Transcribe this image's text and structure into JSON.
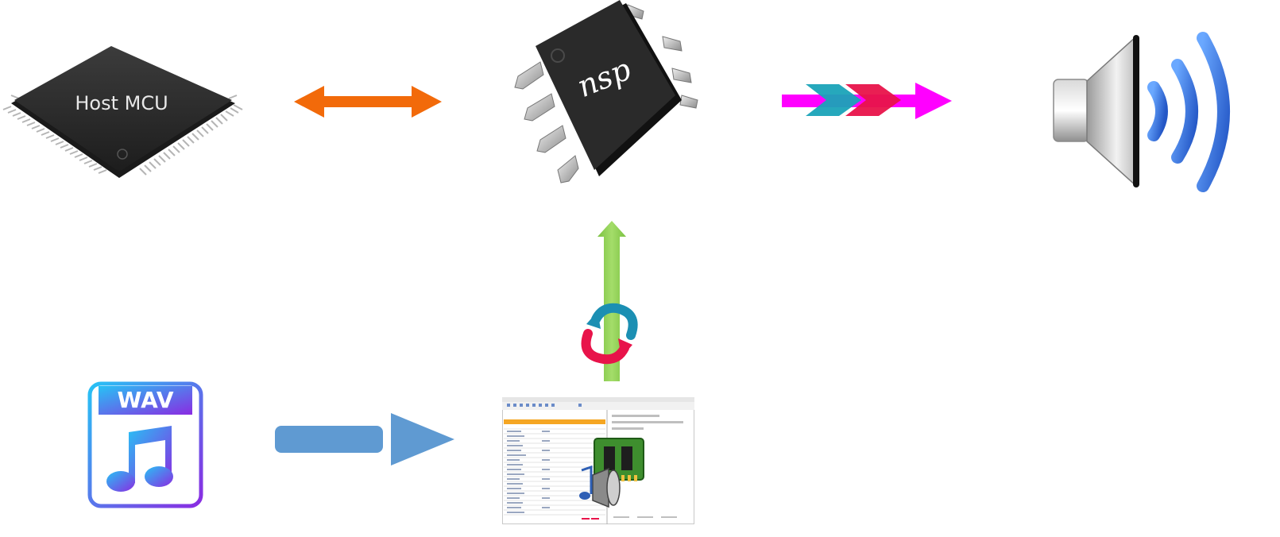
{
  "diagram": {
    "host_mcu": {
      "label": "Host MCU",
      "icon": "mcu-chip-icon"
    },
    "nsp_chip": {
      "label": "nsp",
      "icon": "nsp-chip-icon"
    },
    "speaker": {
      "icon": "speaker-icon"
    },
    "wav_file": {
      "label": "WAV",
      "icon": "wav-file-icon"
    },
    "tool_window": {
      "icon": "software-tool-icon"
    },
    "links": [
      {
        "from": "host_mcu",
        "to": "nsp_chip",
        "style": "bidirectional",
        "color": "#f26a0a"
      },
      {
        "from": "nsp_chip",
        "to": "speaker",
        "style": "forward",
        "color": "#ff00ff"
      },
      {
        "from": "wav_file",
        "to": "tool_window",
        "style": "forward",
        "color": "#5f9ad2"
      },
      {
        "from": "tool_window",
        "to": "nsp_chip",
        "style": "forward",
        "color": "#8ed14f"
      }
    ]
  }
}
